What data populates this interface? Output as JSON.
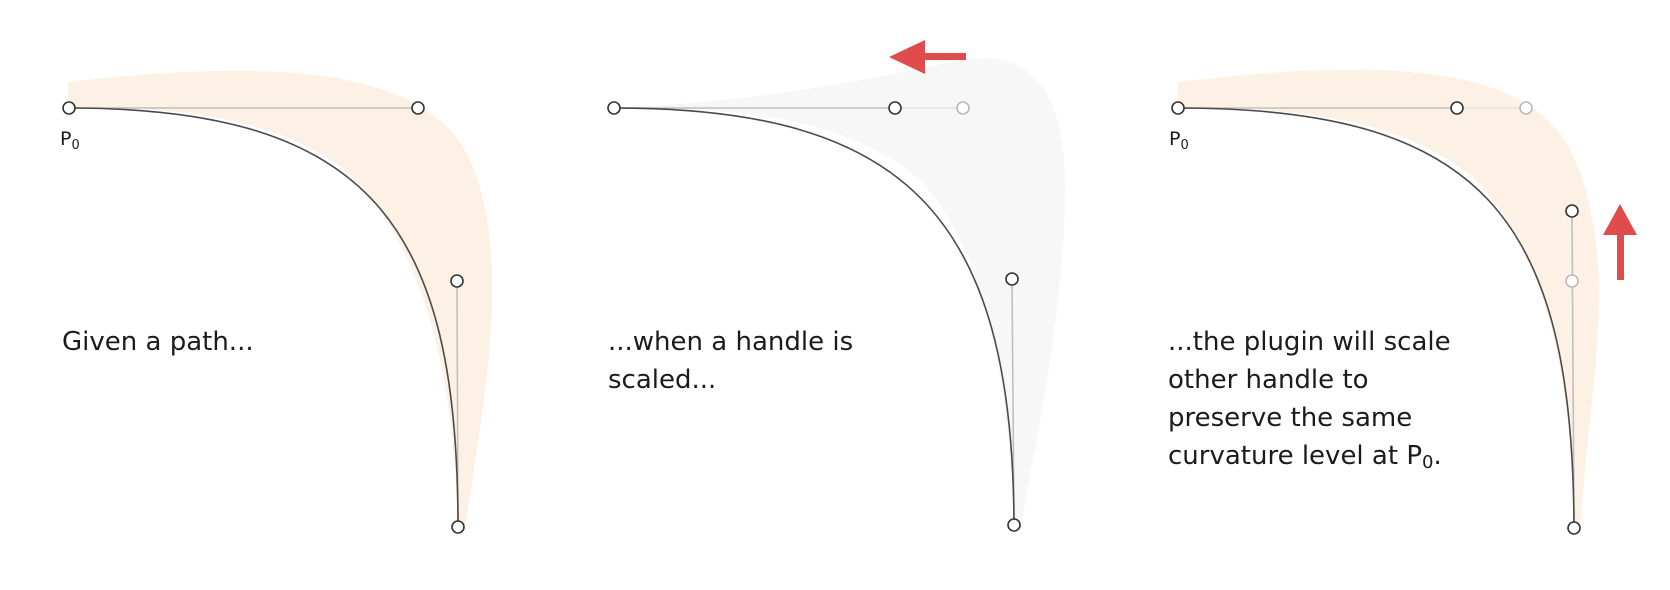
{
  "panels": [
    {
      "caption_lines": [
        "Given a path..."
      ],
      "point_label": "P",
      "point_label_sub": "0"
    },
    {
      "caption_lines": [
        "...when a handle is",
        "scaled..."
      ]
    },
    {
      "caption_lines": [
        "...the plugin will scale",
        "other handle to",
        "preserve the same",
        "curvature level at P"
      ],
      "caption_sub": "0",
      "caption_end": ".",
      "point_label": "P",
      "point_label_sub": "0"
    }
  ],
  "colors": {
    "highlight_fill": "#fdf1e6",
    "ghost_fill": "#f7f7f7",
    "curve": "#4a4a4a",
    "handle_line": "#bfbfbf",
    "arrow": "#e04b4b"
  }
}
